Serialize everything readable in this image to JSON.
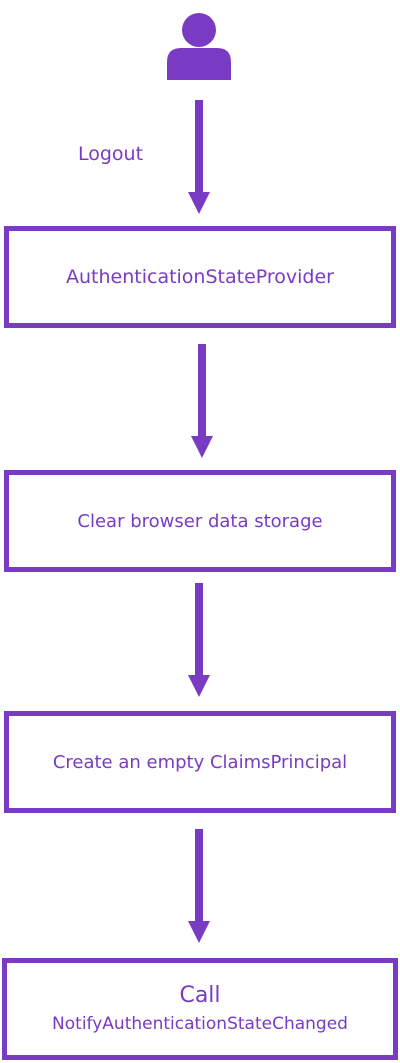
{
  "colors": {
    "accent": "#7a3bc4"
  },
  "actor": {
    "icon": "user-icon"
  },
  "edges": [
    {
      "label": "Logout"
    },
    {
      "label": ""
    },
    {
      "label": ""
    },
    {
      "label": ""
    }
  ],
  "steps": [
    {
      "label": "AuthenticationStateProvider"
    },
    {
      "label": "Clear browser data storage"
    },
    {
      "label": "Create an empty ClaimsPrincipal"
    },
    {
      "label_line1": "Call",
      "label_line2": "NotifyAuthenticationStateChanged"
    }
  ]
}
